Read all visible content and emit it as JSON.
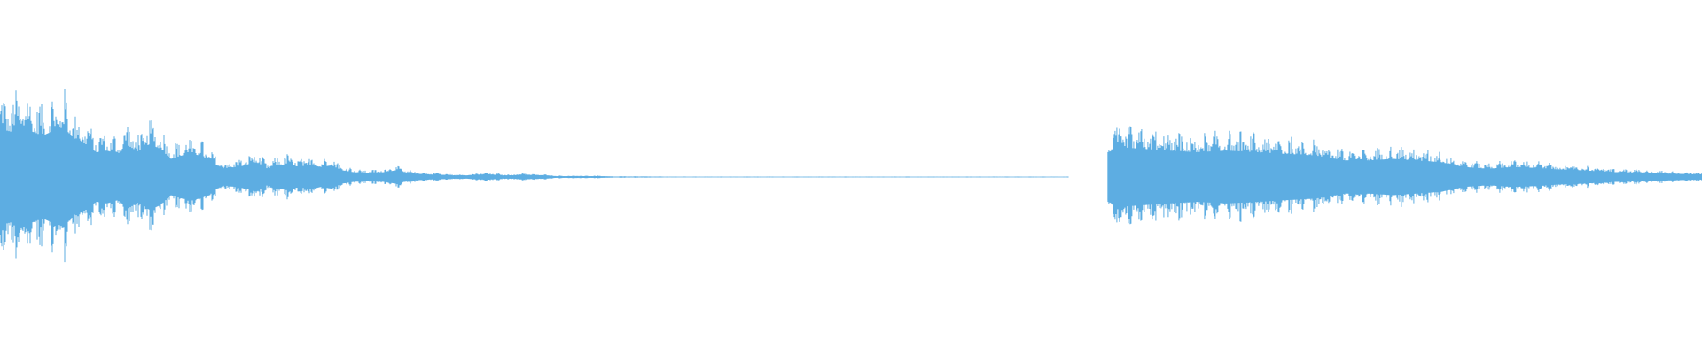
{
  "waveform": {
    "color": "#5dade2",
    "background": "#ffffff",
    "segments": [
      {
        "name": "first-clip",
        "start_fraction": 0.0,
        "end_fraction": 0.628,
        "envelope": [
          [
            0.0,
            0.58
          ],
          [
            0.01,
            0.55
          ],
          [
            0.02,
            0.62
          ],
          [
            0.03,
            0.55
          ],
          [
            0.04,
            0.5
          ],
          [
            0.05,
            0.56
          ],
          [
            0.06,
            0.6
          ],
          [
            0.07,
            0.45
          ],
          [
            0.08,
            0.4
          ],
          [
            0.09,
            0.3
          ],
          [
            0.1,
            0.32
          ],
          [
            0.11,
            0.28
          ],
          [
            0.12,
            0.38
          ],
          [
            0.13,
            0.3
          ],
          [
            0.14,
            0.4
          ],
          [
            0.15,
            0.34
          ],
          [
            0.16,
            0.22
          ],
          [
            0.17,
            0.26
          ],
          [
            0.18,
            0.28
          ],
          [
            0.19,
            0.25
          ],
          [
            0.2,
            0.16
          ],
          [
            0.21,
            0.1
          ],
          [
            0.22,
            0.12
          ],
          [
            0.23,
            0.14
          ],
          [
            0.24,
            0.18
          ],
          [
            0.25,
            0.1
          ],
          [
            0.26,
            0.14
          ],
          [
            0.27,
            0.16
          ],
          [
            0.28,
            0.12
          ],
          [
            0.29,
            0.15
          ],
          [
            0.3,
            0.12
          ],
          [
            0.31,
            0.14
          ],
          [
            0.32,
            0.08
          ],
          [
            0.33,
            0.06
          ],
          [
            0.34,
            0.05
          ],
          [
            0.35,
            0.05
          ],
          [
            0.36,
            0.06
          ],
          [
            0.37,
            0.08
          ],
          [
            0.38,
            0.05
          ],
          [
            0.39,
            0.04
          ],
          [
            0.4,
            0.03
          ],
          [
            0.41,
            0.03
          ],
          [
            0.42,
            0.02
          ],
          [
            0.43,
            0.02
          ],
          [
            0.44,
            0.02
          ],
          [
            0.45,
            0.03
          ],
          [
            0.46,
            0.03
          ],
          [
            0.47,
            0.02
          ],
          [
            0.48,
            0.02
          ],
          [
            0.49,
            0.03
          ],
          [
            0.5,
            0.02
          ],
          [
            0.51,
            0.02
          ],
          [
            0.52,
            0.01
          ],
          [
            0.53,
            0.01
          ],
          [
            0.54,
            0.01
          ],
          [
            0.55,
            0.01
          ],
          [
            0.56,
            0.01
          ],
          [
            0.57,
            0.005
          ],
          [
            0.58,
            0.005
          ],
          [
            0.59,
            0.005
          ],
          [
            0.6,
            0.005
          ],
          [
            0.628,
            0.003
          ]
        ]
      },
      {
        "name": "second-clip",
        "start_fraction": 0.651,
        "end_fraction": 1.0,
        "envelope": [
          [
            0.0,
            0.3
          ],
          [
            0.02,
            0.36
          ],
          [
            0.06,
            0.34
          ],
          [
            0.1,
            0.32
          ],
          [
            0.15,
            0.3
          ],
          [
            0.2,
            0.32
          ],
          [
            0.25,
            0.3
          ],
          [
            0.3,
            0.28
          ],
          [
            0.35,
            0.26
          ],
          [
            0.4,
            0.2
          ],
          [
            0.44,
            0.2
          ],
          [
            0.48,
            0.22
          ],
          [
            0.52,
            0.2
          ],
          [
            0.56,
            0.18
          ],
          [
            0.6,
            0.12
          ],
          [
            0.64,
            0.1
          ],
          [
            0.68,
            0.12
          ],
          [
            0.72,
            0.11
          ],
          [
            0.76,
            0.09
          ],
          [
            0.8,
            0.08
          ],
          [
            0.85,
            0.06
          ],
          [
            0.9,
            0.05
          ],
          [
            0.95,
            0.04
          ],
          [
            1.0,
            0.03
          ]
        ]
      }
    ]
  }
}
